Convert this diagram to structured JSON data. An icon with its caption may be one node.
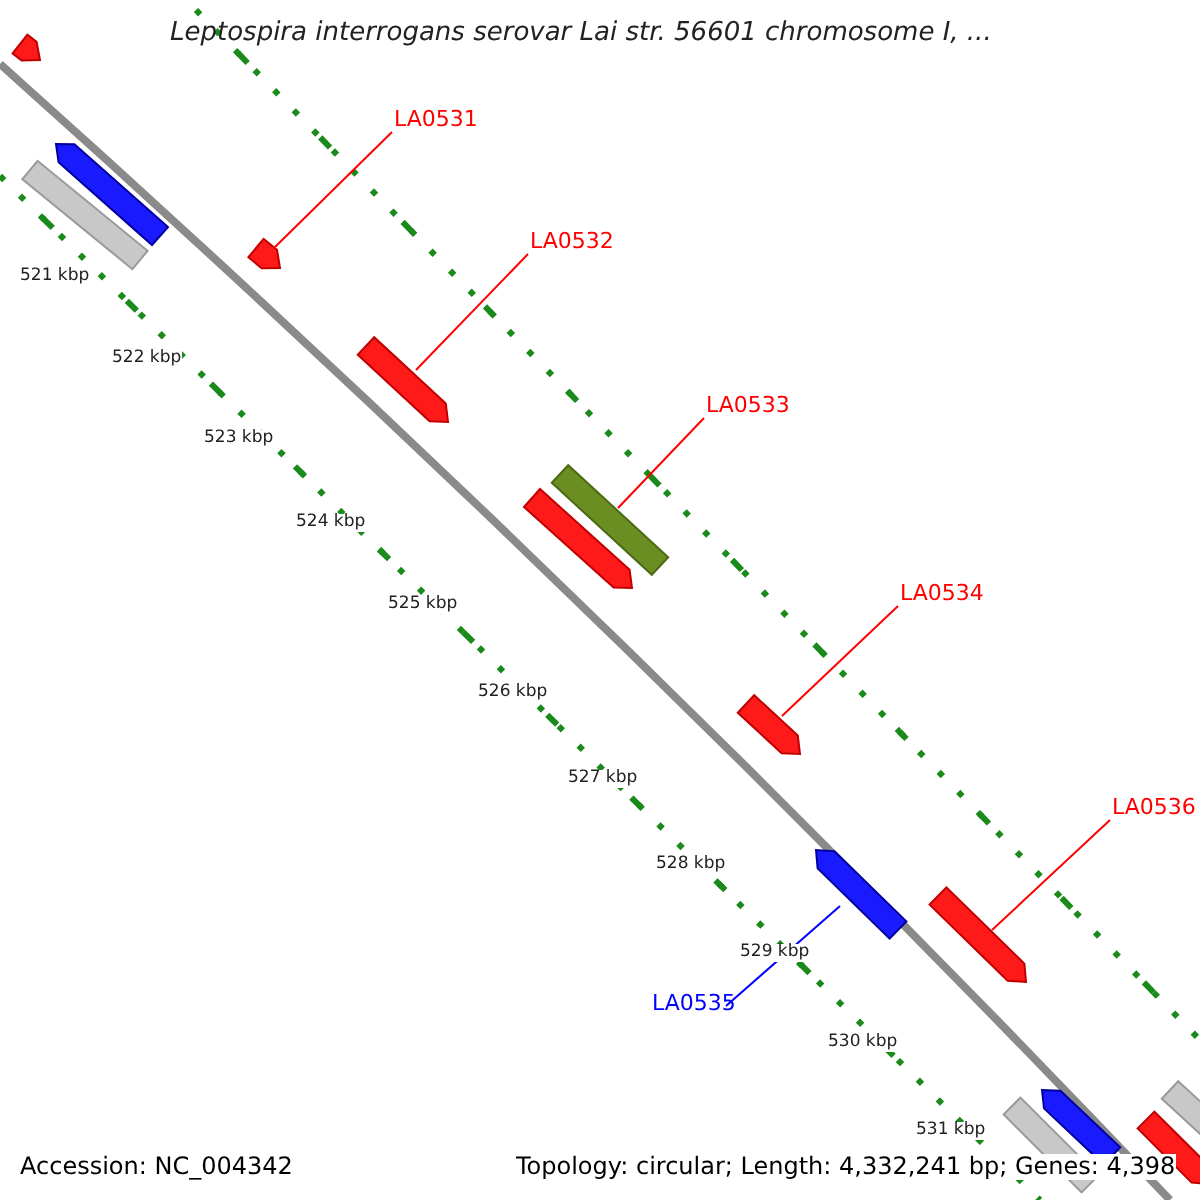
{
  "diagram": {
    "title": "Leptospira interrogans serovar Lai str. 56601 chromosome I, ...",
    "nodes": [
      {
        "text": [
          "LA0531"
        ]
      },
      {
        "text": [],
        "shape": "bar"
      },
      {
        "text": [
          "LA0532"
        ]
      },
      {
        "text": [],
        "shape": "bar"
      },
      {
        "text": [
          "LA0533"
        ]
      },
      {
        "text": [],
        "shape": "bar"
      },
      {
        "text": [
          "LA0534"
        ]
      },
      {
        "text": [],
        "shape": "bar"
      },
      {
        "text": [
          "LA0536"
        ]
      },
      {
        "text": [],
        "shape": "bar"
      },
      {
        "text": [
          "LA0535"
        ]
      },
      {
        "text": [],
        "shape": "bar"
      }
    ],
    "edges": [
      {
        "from": 0,
        "to": 1,
        "arrow": "none"
      },
      {
        "from": 2,
        "to": 3,
        "arrow": "none"
      },
      {
        "from": 4,
        "to": 5,
        "arrow": "none"
      },
      {
        "from": 6,
        "to": 7,
        "arrow": "none"
      },
      {
        "from": 8,
        "to": 9,
        "arrow": "none"
      },
      {
        "from": 10,
        "to": 11,
        "arrow": "none",
        "color": "#0000ff"
      }
    ],
    "labels": [
      "521 kbp",
      "522 kbp",
      "523 kbp",
      "524 kbp",
      "525 kbp",
      "526 kbp",
      "527 kbp",
      "528 kbp",
      "529 kbp",
      "530 kbp",
      "531 kbp",
      "Accession: NC_004342",
      "Topology: circular; Length: 4,332,241 bp; Genes: 4,398"
    ]
  }
}
